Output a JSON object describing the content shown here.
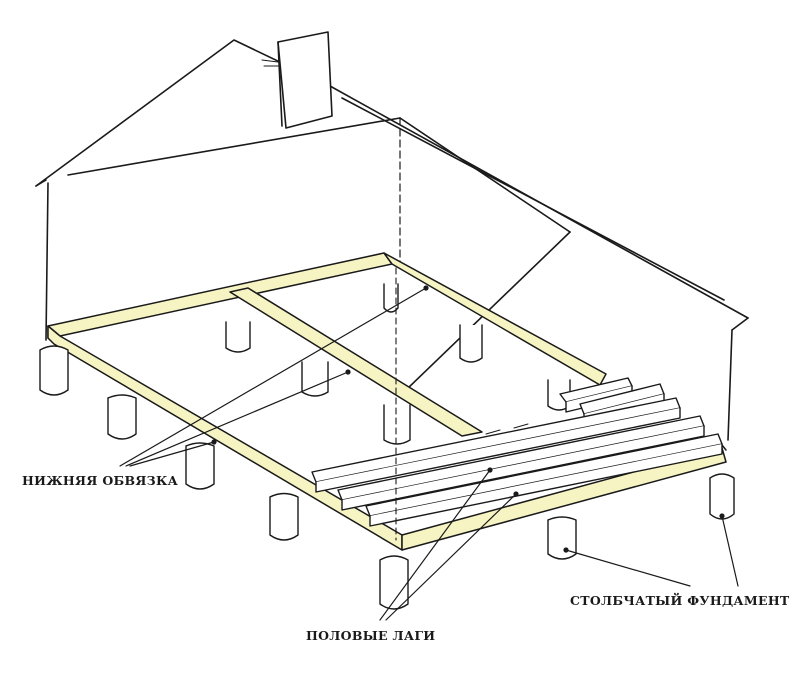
{
  "labels": {
    "bottom_sill": "НИЖНЯЯ ОБВЯЗКА",
    "floor_joists": "ПОЛОВЫЕ ЛАГИ",
    "pile_foundation": "СТОЛБЧАТЫЙ ФУНДАМЕНТ"
  },
  "colors": {
    "ink": "#1a1a1a",
    "timber": "#f7f4c4",
    "joist": "#ffffff",
    "background": "#ffffff"
  }
}
